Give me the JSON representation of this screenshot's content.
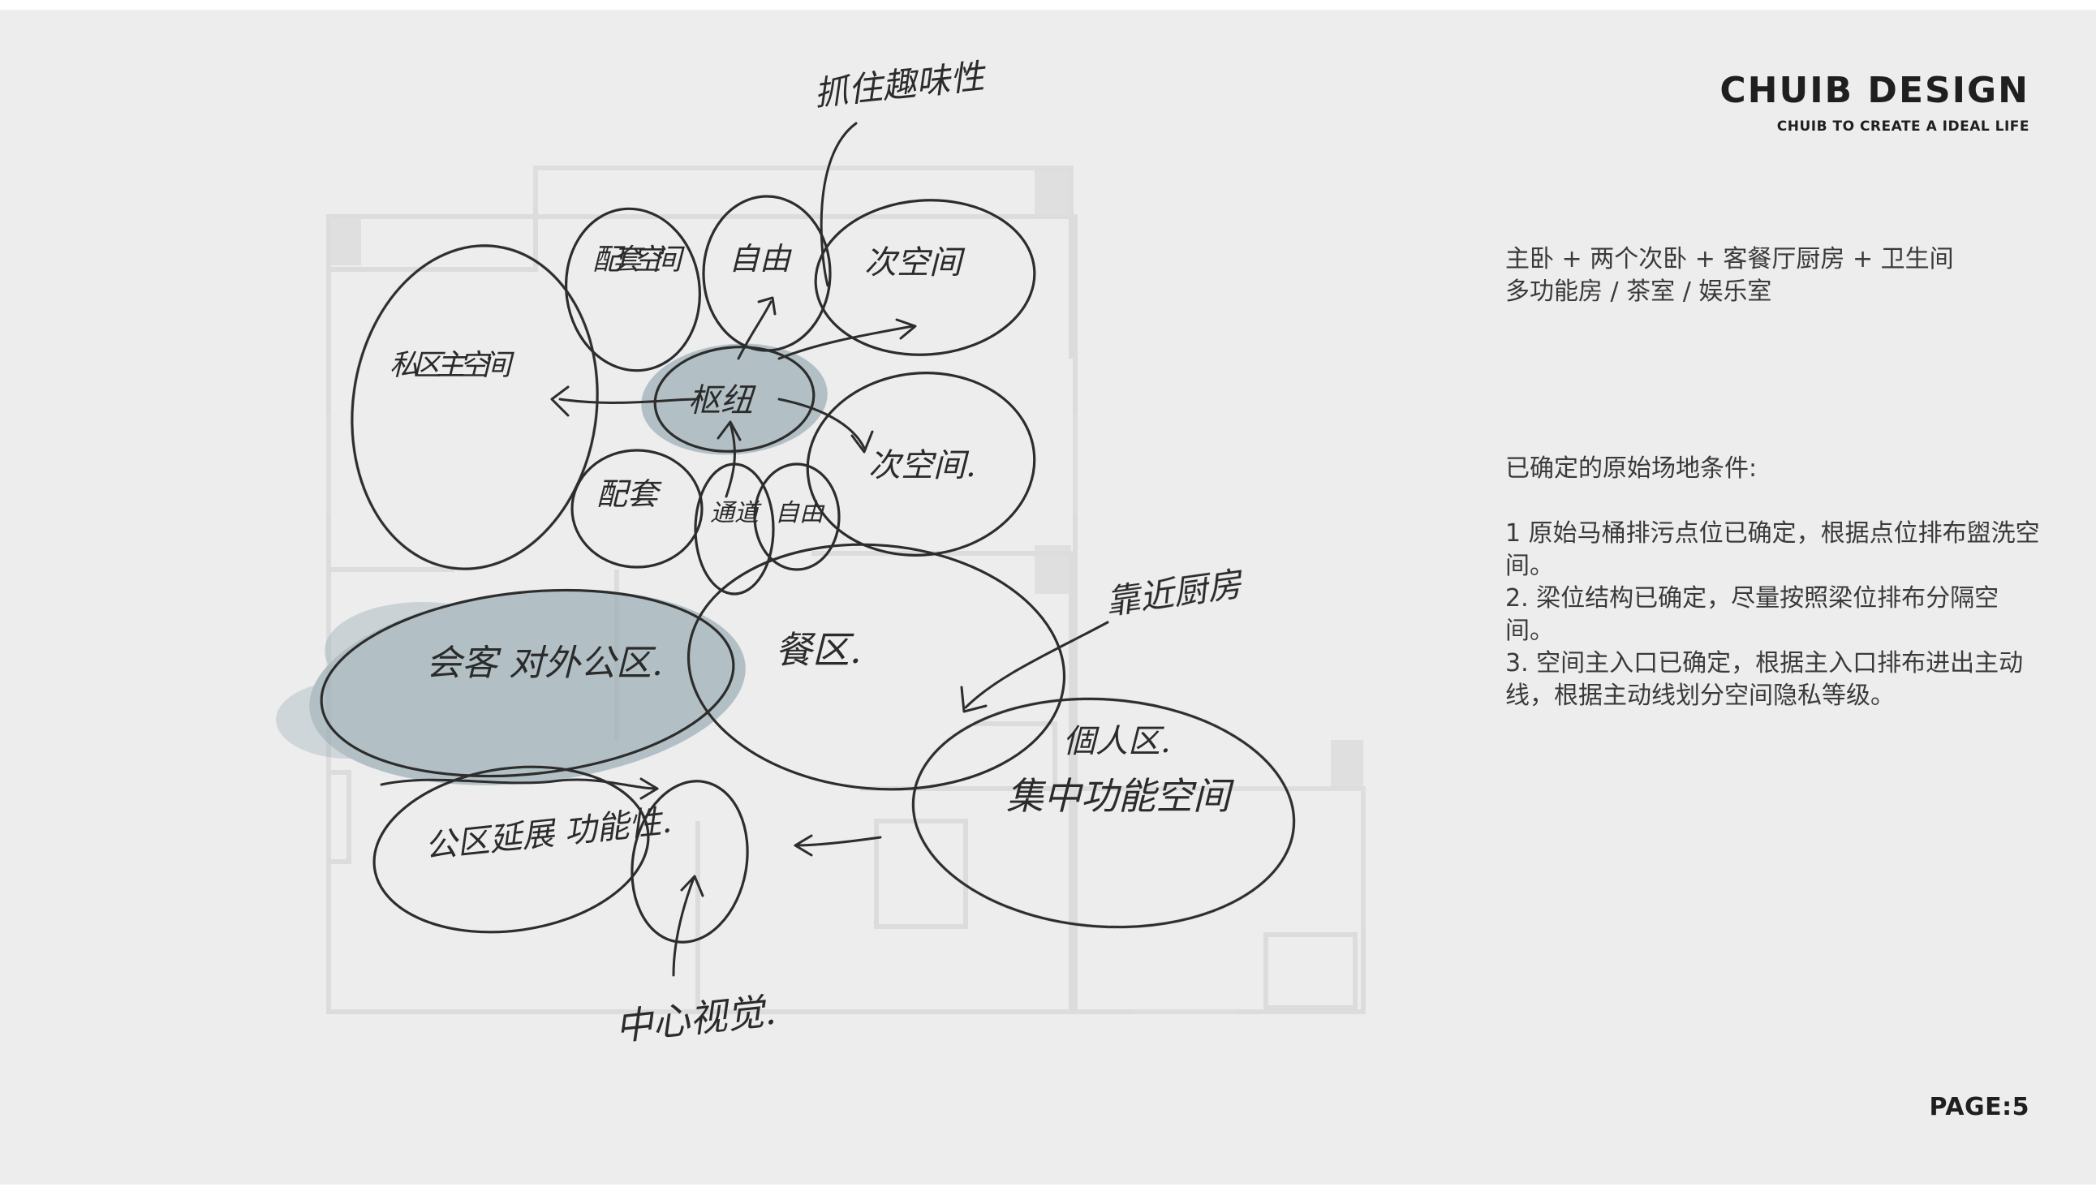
{
  "brand": {
    "name": "CHUIB DESIGN",
    "tagline": "CHUIB TO CREATE A IDEAL LIFE"
  },
  "program": {
    "line1": "主卧 + 两个次卧 + 客餐厅厨房 + 卫生间",
    "line2": "多功能房 / 茶室 / 娱乐室"
  },
  "conditions": {
    "heading": "已确定的原始场地条件:",
    "items": [
      "1 原始马桶排污点位已确定，根据点位排布盥洗空间。",
      "2. 梁位结构已确定，尽量按照梁位排布分隔空间。",
      "3. 空间主入口已确定，根据主入口排布进出主动线，根据主动线划分空间隐私等级。"
    ]
  },
  "page": {
    "label": "PAGE:5"
  },
  "sketch": {
    "labels": {
      "top_note": "抓住趣味性",
      "support_space": "配套空间",
      "flex_top": "自由",
      "secondary_top": "次空间",
      "private_main": "私区主空间",
      "hub": "枢纽",
      "secondary_right": "次空间.",
      "support_small": "配套",
      "passage": "通道",
      "flex_small": "自由",
      "living_public": "会客 对外公区.",
      "dining": "餐区.",
      "kitchen_note": "靠近厨房",
      "personal_zone": "個人区.",
      "concentrated_function": "集中功能空间",
      "public_extension": "公区延展 功能性.",
      "central_view": "中心视觉."
    }
  }
}
